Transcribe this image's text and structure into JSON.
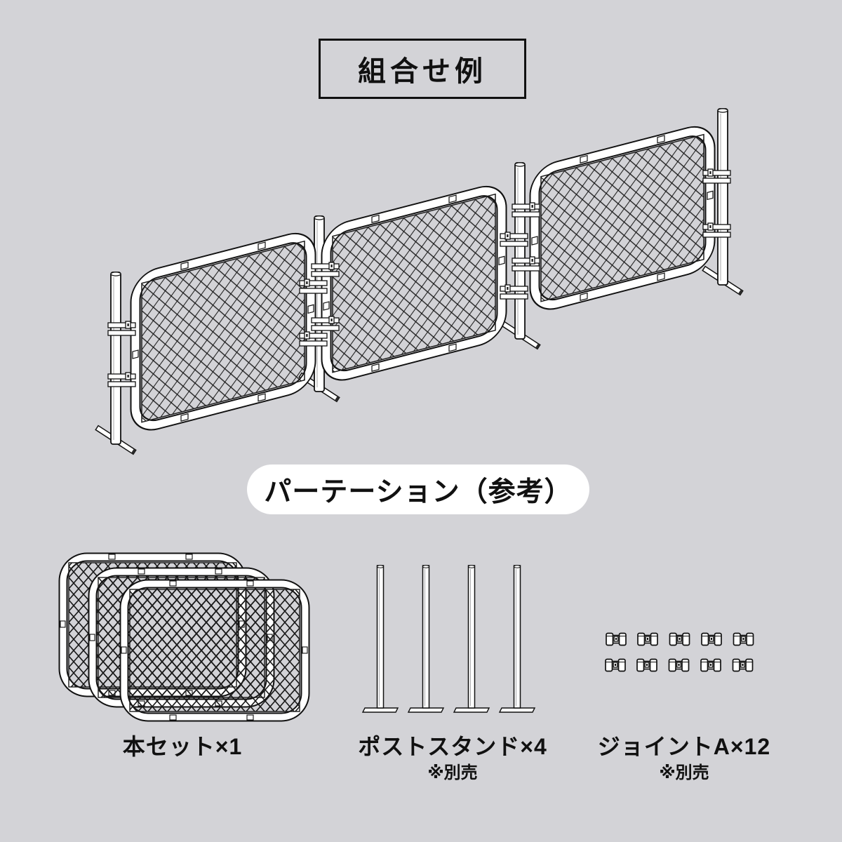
{
  "background_color": "#d3d3d7",
  "title_box": {
    "label": "組合せ例"
  },
  "caption_pill": {
    "label": "パーテーション（参考）"
  },
  "illustration": {
    "panels_shown": 3,
    "posts_shown": 4,
    "stacked_panels_shown": 3,
    "post_stands_shown": 4,
    "joint_clips_shown": 10
  },
  "items": {
    "set": {
      "label": "本セット×1"
    },
    "post_stand": {
      "label": "ポストスタンド×4",
      "note": "※別売"
    },
    "joint_a": {
      "label": "ジョイントA×12",
      "note": "※別売"
    }
  },
  "colors": {
    "line": "#111111",
    "white": "#ffffff",
    "text": "#111111"
  }
}
